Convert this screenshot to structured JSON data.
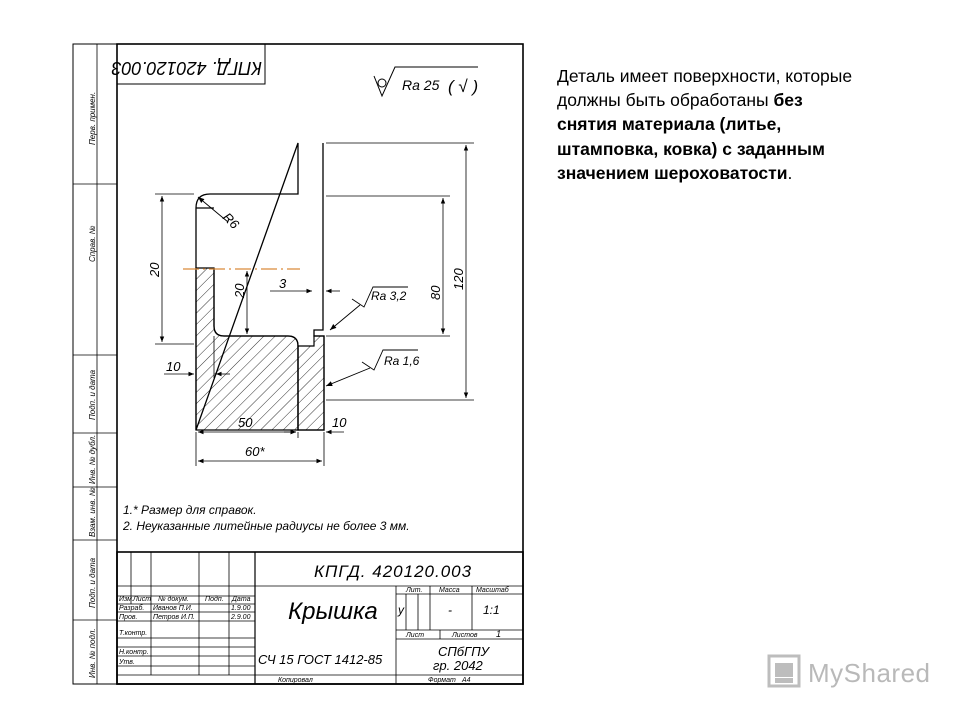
{
  "drawing": {
    "code_rotated": "КПГД. 420120.003",
    "roughness_general": "Ra 25",
    "roughness_general_check": "( √ )",
    "radius": "R6",
    "dim_20_left": "20",
    "dim_20_mid": "20",
    "dim_3": "3",
    "dim_80": "80",
    "dim_120": "120",
    "ra_32": "Ra 3,2",
    "ra_16": "Ra 1,6",
    "dim_10_left": "10",
    "dim_50": "50",
    "dim_10_right": "10",
    "dim_60": "60*",
    "note_1": "1.* Размер для справок.",
    "note_2": "2. Неуказанные литейные радиусы не более 3 мм.",
    "side_labels": [
      "Перв. примен.",
      "Справ. №",
      "Подп. и дата",
      "Инв. № дубл.",
      "Взам. инв. №",
      "Подп. и дата",
      "Инв. № подл."
    ]
  },
  "title_block": {
    "designation": "КПГД. 420120.003",
    "part_name": "Крышка",
    "material": "СЧ 15 ГОСТ 1412-85",
    "organization": "СПбГПУ",
    "group": "гр. 2042",
    "headers": [
      "Изм.",
      "Лист",
      "№ докум.",
      "Подп.",
      "Дата"
    ],
    "rows": [
      {
        "role": "Разраб.",
        "name": "Иванов П.И.",
        "date": "1.9.00"
      },
      {
        "role": "Пров.",
        "name": "Петров И.П.",
        "date": "2.9.00"
      },
      {
        "role": "Т.контр.",
        "name": "",
        "date": ""
      },
      {
        "role": "",
        "name": "",
        "date": ""
      },
      {
        "role": "Н.контр.",
        "name": "",
        "date": ""
      },
      {
        "role": "Утв.",
        "name": "",
        "date": ""
      }
    ],
    "lit_label": "Лит.",
    "mass_label": "Масса",
    "scale_label": "Масштаб",
    "lit_value": "у",
    "mass_value": "-",
    "scale_value": "1:1",
    "sheet_label": "Лист",
    "sheets_label": "Листов",
    "sheets_value": "1",
    "copied_label": "Копировал",
    "format_label": "Формат",
    "format_value": "А4"
  },
  "description": {
    "part1": "Деталь имеет поверхности, которые должны быть обработаны ",
    "part2": "без снятия материала (литье, штамповка, ковка) с заданным значением шероховатости",
    "part3": "."
  },
  "watermark": {
    "text": "MyShared"
  }
}
